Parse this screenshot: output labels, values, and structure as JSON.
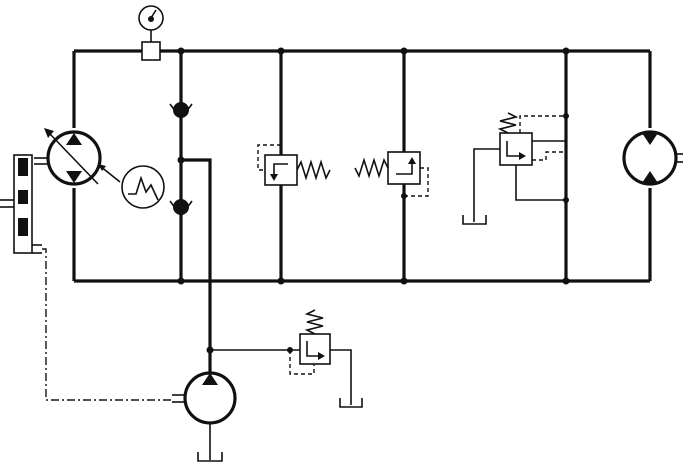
{
  "colors": {
    "ink": "#111111",
    "background": "#ffffff"
  },
  "components": [
    {
      "id": "pressure-gauge",
      "type": "gauge"
    },
    {
      "id": "pilot-pump",
      "type": "pump"
    },
    {
      "id": "variable-main-pump",
      "type": "variable-displacement-pump"
    },
    {
      "id": "check-valve-upper",
      "type": "check-valve"
    },
    {
      "id": "check-valve-lower",
      "type": "check-valve"
    },
    {
      "id": "relief-valve-left",
      "type": "relief-valve"
    },
    {
      "id": "relief-valve-right",
      "type": "relief-valve"
    },
    {
      "id": "pressure-reducing-valve",
      "type": "pressure-valve"
    },
    {
      "id": "charge-relief-valve",
      "type": "relief-valve"
    },
    {
      "id": "hydraulic-motor",
      "type": "motor"
    },
    {
      "id": "control-characteristic",
      "type": "graph-symbol"
    }
  ]
}
